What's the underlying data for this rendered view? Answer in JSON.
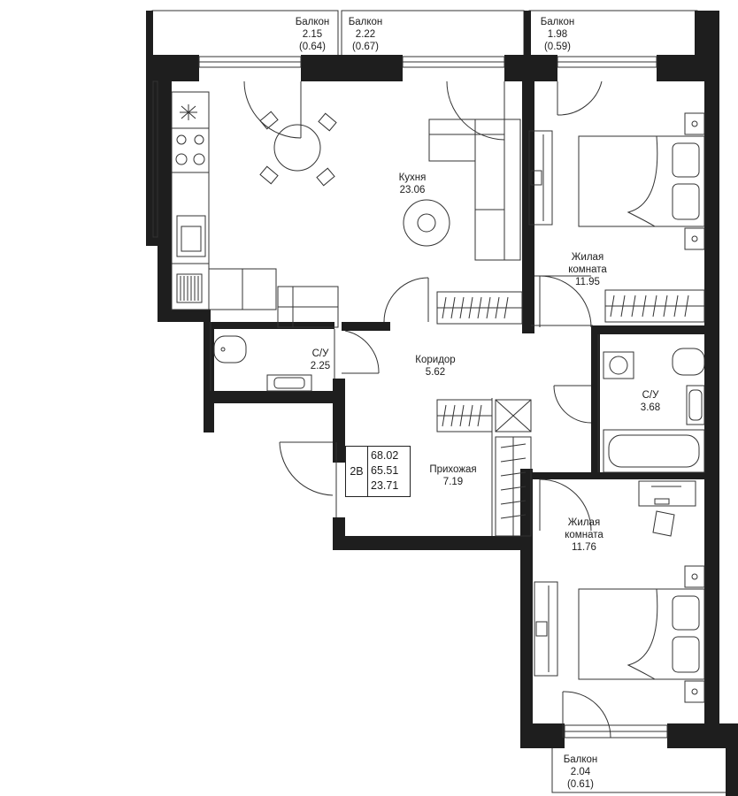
{
  "rooms": {
    "balcony_1": {
      "name": "Балкон",
      "area": "2.15",
      "reduced": "(0.64)"
    },
    "balcony_2": {
      "name": "Балкон",
      "area": "2.22",
      "reduced": "(0.67)"
    },
    "balcony_3": {
      "name": "Балкон",
      "area": "1.98",
      "reduced": "(0.59)"
    },
    "balcony_4": {
      "name": "Балкон",
      "area": "2.04",
      "reduced": "(0.61)"
    },
    "kitchen": {
      "name": "Кухня",
      "area": "23.06"
    },
    "living_1": {
      "name_line1": "Жилая",
      "name_line2": "комната",
      "area": "11.95"
    },
    "living_2": {
      "name_line1": "Жилая",
      "name_line2": "комната",
      "area": "11.76"
    },
    "bath_small": {
      "name": "С/У",
      "area": "2.25"
    },
    "bath_large": {
      "name": "С/У",
      "area": "3.68"
    },
    "corridor": {
      "name": "Коридор",
      "area": "5.62"
    },
    "hallway": {
      "name": "Прихожая",
      "area": "7.19"
    }
  },
  "apartment": {
    "type": "2В",
    "total_area": "68.02",
    "area_without_balconies": "65.51",
    "living_area": "23.71"
  },
  "colors": {
    "wall": "#1e1e1e",
    "line": "#333333",
    "background": "#ffffff"
  }
}
